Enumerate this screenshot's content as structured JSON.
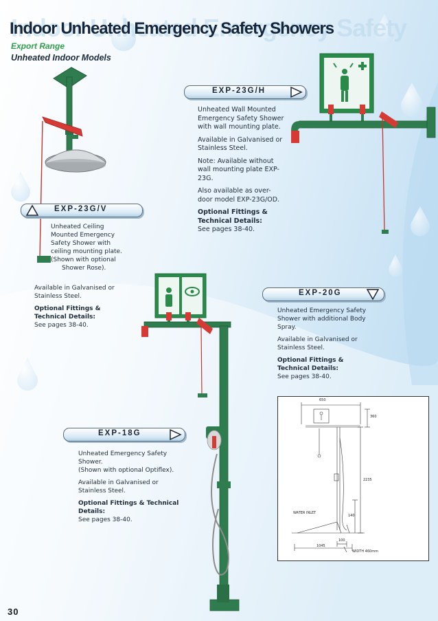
{
  "page": {
    "title": "Indoor Unheated Emergency Safety Showers",
    "ghost_title": "Indoor Unheated Emergency Safety",
    "range": "Export Range",
    "subtitle": "Unheated Indoor Models",
    "page_number": "30"
  },
  "products": {
    "exp23gh": {
      "code": "EXP-23G/H",
      "description": "Unheated Wall Mounted Emergency Safety Shower with wall mounting plate.",
      "availability": "Available in Galvanised or Stainless Steel.",
      "note": "Note: Available without wall mounting plate EXP-23G.",
      "extra": "Also available as over-door model EXP-23G/OD.",
      "fittings_label": "Optional Fittings & Technical Details:",
      "pages": "See pages 38-40."
    },
    "exp23gv": {
      "code": "EXP-23G/V",
      "description_lines": [
        "Unheated Ceiling",
        "Mounted Emergency",
        "Safety Shower with",
        "ceiling mounting plate.",
        "(Shown with optional",
        "Shower Rose)."
      ],
      "availability": "Available in Galvanised or Stainless Steel.",
      "fittings_label": "Optional Fittings & Technical Details:",
      "pages": "See pages 38-40."
    },
    "exp20g": {
      "code": "EXP-20G",
      "description": "Unheated Emergency Safety Shower with additional Body Spray.",
      "availability": "Available in Galvanised or Stainless Steel.",
      "fittings_label": "Optional Fittings & Technical Details:",
      "pages": "See pages 38-40."
    },
    "exp18g": {
      "code": "EXP-18G",
      "description": "Unheated Emergency Safety Shower.",
      "description2": "(Shown with optional Optiflex).",
      "availability": "Available in Galvanised or Stainless Steel.",
      "fittings_label": "Optional Fittings & Technical Details:",
      "pages": "See pages 38-40."
    }
  },
  "drawing": {
    "dim_top": "650",
    "dim_head": "360",
    "dim_height": "2235",
    "dim_inlet": "140",
    "dim_base": "1045",
    "dim_small": "100",
    "water_inlet": "WATER INLET",
    "width_note": "WIDTH 460mm"
  },
  "colors": {
    "pipe_green": "#2f7d4e",
    "handle_red": "#d63a35",
    "sign_green": "#2a8a4a",
    "range_green": "#2fa04a"
  }
}
